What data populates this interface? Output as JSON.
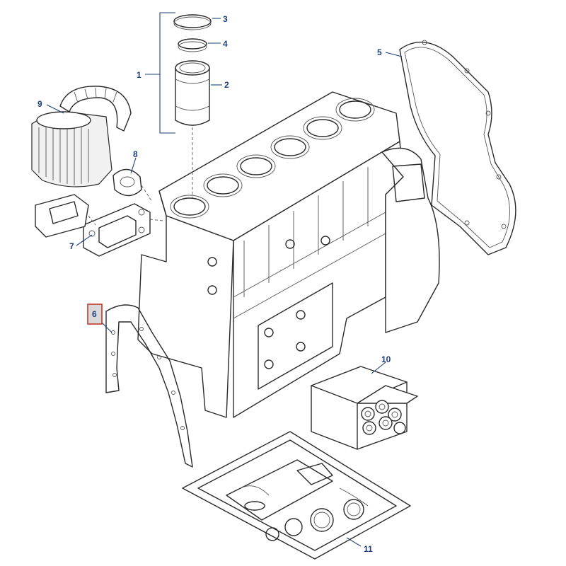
{
  "callouts": {
    "c1": "1",
    "c2": "2",
    "c3": "3",
    "c4": "4",
    "c5": "5",
    "c6": "6",
    "c7": "7",
    "c8": "8",
    "c9": "9",
    "c10": "10",
    "c11": "11"
  },
  "colors": {
    "callout_text": "#1d3f7a",
    "highlight_border": "#c0392b",
    "highlight_fill": "#d9d9d9",
    "line_art": "#2a2a2a"
  },
  "highlighted_callout": "6"
}
